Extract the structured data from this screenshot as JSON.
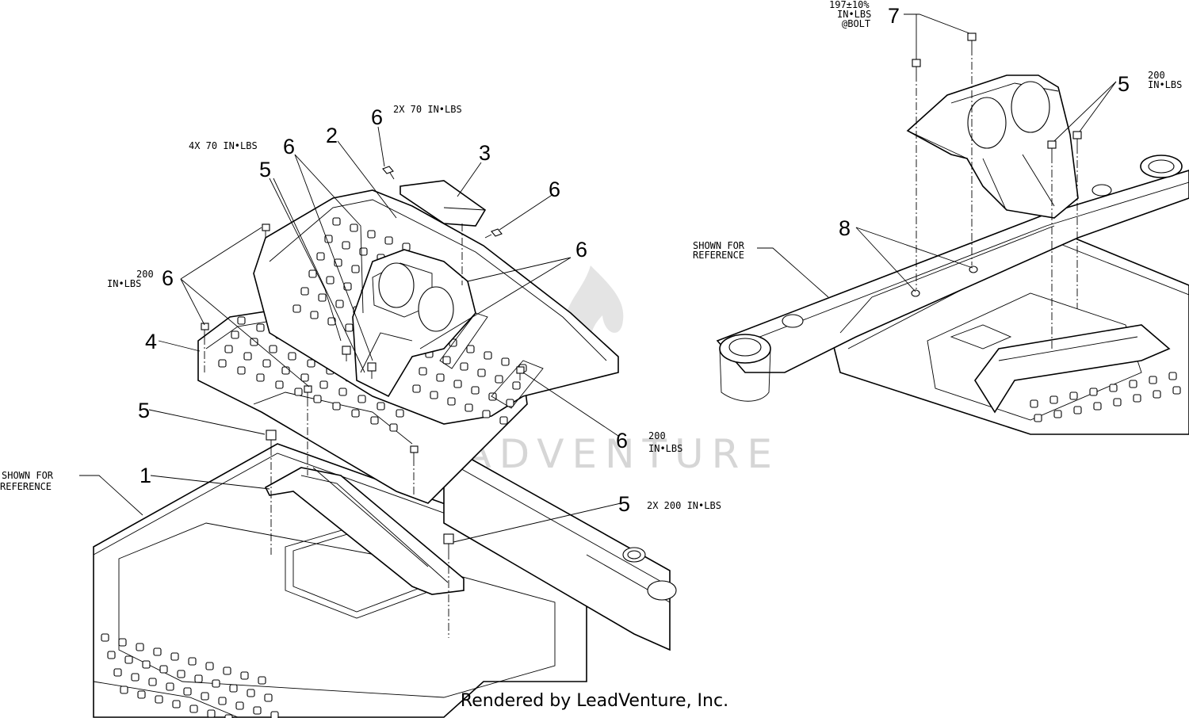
{
  "watermark": "LEADVENTURE",
  "footer": "Rendered by LeadVenture, Inc.",
  "left_view": {
    "callouts": [
      {
        "id": "c1",
        "label": "1"
      },
      {
        "id": "c2",
        "label": "2"
      },
      {
        "id": "c3",
        "label": "3"
      },
      {
        "id": "c4",
        "label": "4"
      },
      {
        "id": "c5a",
        "label": "5"
      },
      {
        "id": "c5b",
        "label": "5"
      },
      {
        "id": "c5c",
        "label": "5"
      },
      {
        "id": "c6a",
        "label": "6"
      },
      {
        "id": "c6b",
        "label": "6"
      },
      {
        "id": "c6c",
        "label": "6"
      },
      {
        "id": "c6d",
        "label": "6"
      },
      {
        "id": "c6e",
        "label": "6"
      },
      {
        "id": "c6f",
        "label": "6"
      }
    ],
    "notes": {
      "top_torque": "2X 70 IN•LBS",
      "left_torque": "4X 70 IN•LBS",
      "side_200_line1": "200",
      "side_200_line2": "IN•LBS",
      "right_200_line1": "200",
      "right_200_line2": "IN•LBS",
      "bottom_torque": "2X 200 IN•LBS",
      "reference_line1": "SHOWN FOR",
      "reference_line2": "REFERENCE"
    }
  },
  "right_view": {
    "callouts": [
      {
        "id": "r7",
        "label": "7"
      },
      {
        "id": "r5",
        "label": "5"
      },
      {
        "id": "r8",
        "label": "8"
      }
    ],
    "notes": {
      "torque7_line1": "197±10%",
      "torque7_line2": "IN•LBS",
      "torque7_line3": "@BOLT",
      "torque5_line1": "200",
      "torque5_line2": "IN•LBS",
      "reference_line1": "SHOWN FOR",
      "reference_line2": "REFERENCE"
    }
  }
}
